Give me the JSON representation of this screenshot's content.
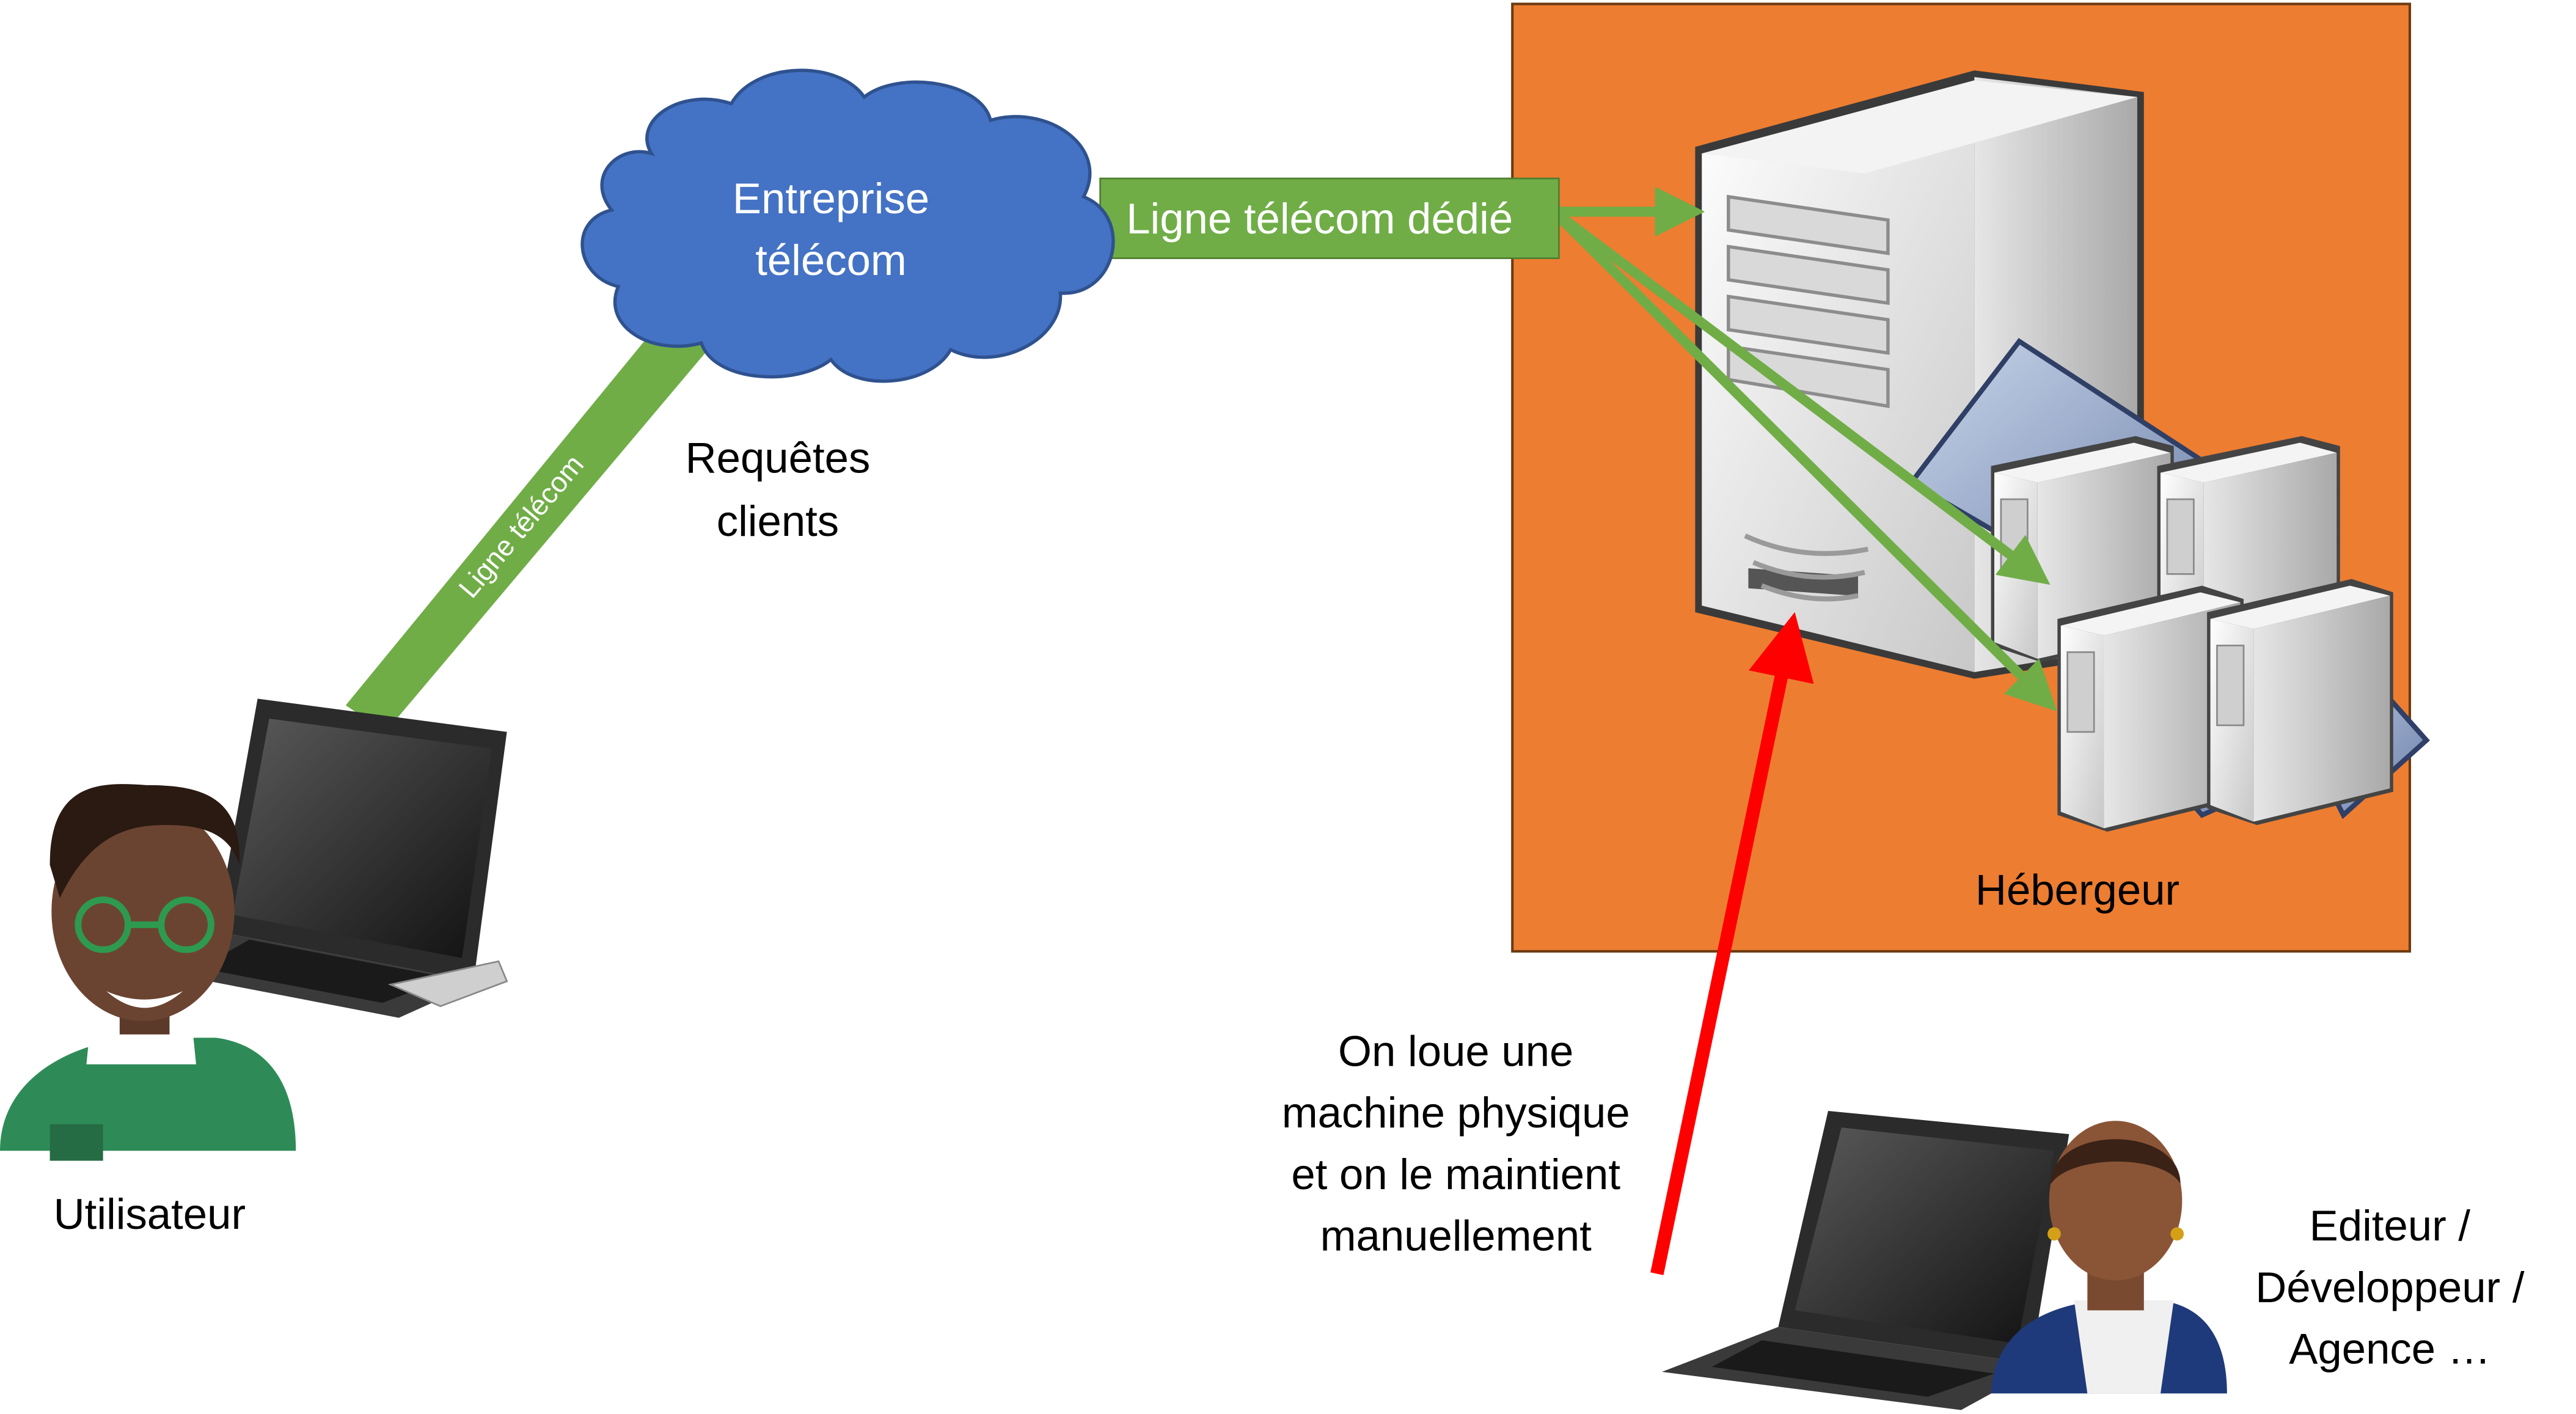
{
  "labels": {
    "cloud_line1": "Entreprise",
    "cloud_line2": "télécom",
    "dedicated_line": "Ligne télécom dédié",
    "user_line": "Ligne télécom",
    "requests_line1": "Requêtes",
    "requests_line2": "clients",
    "host": "Hébergeur",
    "user": "Utilisateur",
    "note_line1": "On loue une",
    "note_line2": "machine physique",
    "note_line3": "et on le maintient",
    "note_line4": "manuellement",
    "editor_line1": "Editeur /",
    "editor_line2": "Développeur /",
    "editor_line3": "Agence …"
  },
  "colors": {
    "host_box": "#ed7d31",
    "cloud": "#4472c4",
    "green_line": "#70ad47",
    "red_arrow": "#ff0000"
  },
  "icons": [
    "cloud-icon",
    "server-tower-icon",
    "server-cluster-icon",
    "laptop-icon",
    "user-avatar-icon",
    "developer-avatar-icon"
  ]
}
